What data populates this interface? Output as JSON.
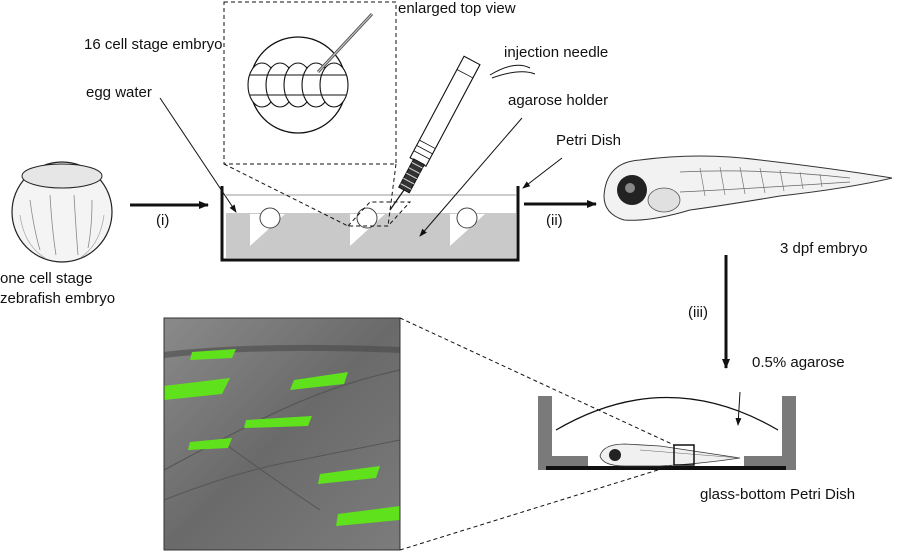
{
  "labels": {
    "enlarged_top_view": "enlarged top view",
    "sixteen_cell": "16 cell stage embryo",
    "injection_needle": "injection needle",
    "egg_water": "egg water",
    "agarose_holder": "agarose holder",
    "petri_dish": "Petri Dish",
    "one_cell_line1": "one cell stage",
    "one_cell_line2": "zebrafish embryo",
    "step_i": "(i)",
    "step_ii": "(ii)",
    "step_iii": "(iii)",
    "three_dpf": "3 dpf embryo",
    "agarose_pct": "0.5% agarose",
    "glass_bottom": "glass-bottom Petri Dish"
  },
  "colors": {
    "stroke": "#111111",
    "agarose_fill": "#c9c9c9",
    "dish_wall": "#7a7a7a",
    "fluorescence": "#5fe21c",
    "micrograph_bg": "#6e6e6e"
  }
}
